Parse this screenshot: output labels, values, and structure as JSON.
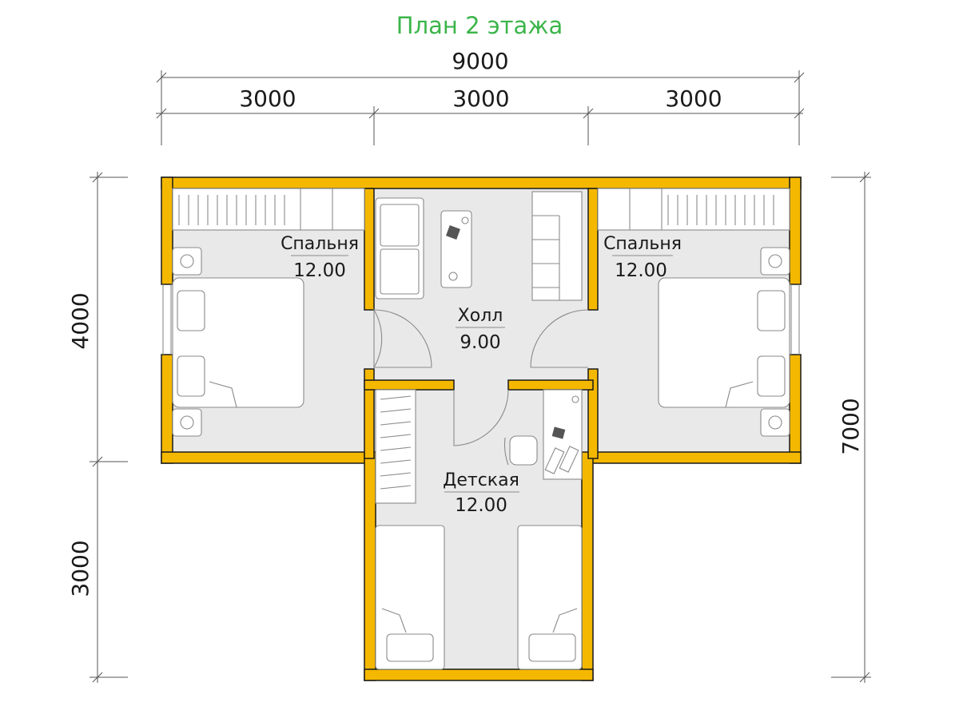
{
  "title": "План 2 этажа",
  "dimensions": {
    "total_width": "9000",
    "width_segments": [
      "3000",
      "3000",
      "3000"
    ],
    "left_upper_height": "4000",
    "left_lower_height": "3000",
    "total_height": "7000"
  },
  "rooms": {
    "bedroom_left": {
      "name": "Спальня",
      "area": "12.00"
    },
    "bedroom_right": {
      "name": "Спальня",
      "area": "12.00"
    },
    "hall": {
      "name": "Холл",
      "area": "9.00"
    },
    "kids_room": {
      "name": "Детская",
      "area": "12.00"
    }
  },
  "colors": {
    "wall": "#f5b800",
    "floor": "#e9e9ea",
    "title": "#3cb54a",
    "furniture_stroke": "#8a8a8a"
  }
}
